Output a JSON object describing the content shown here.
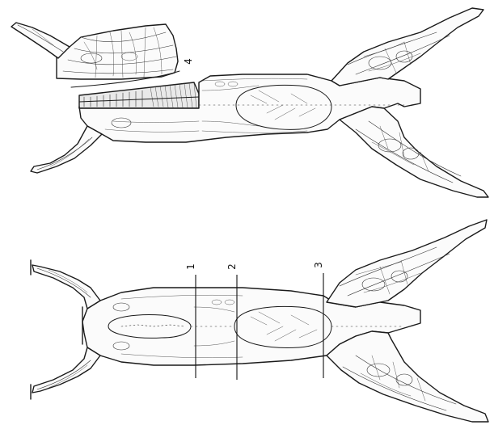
{
  "labels": {
    "one": "1",
    "two": "2",
    "three": "3",
    "four": "4"
  }
}
